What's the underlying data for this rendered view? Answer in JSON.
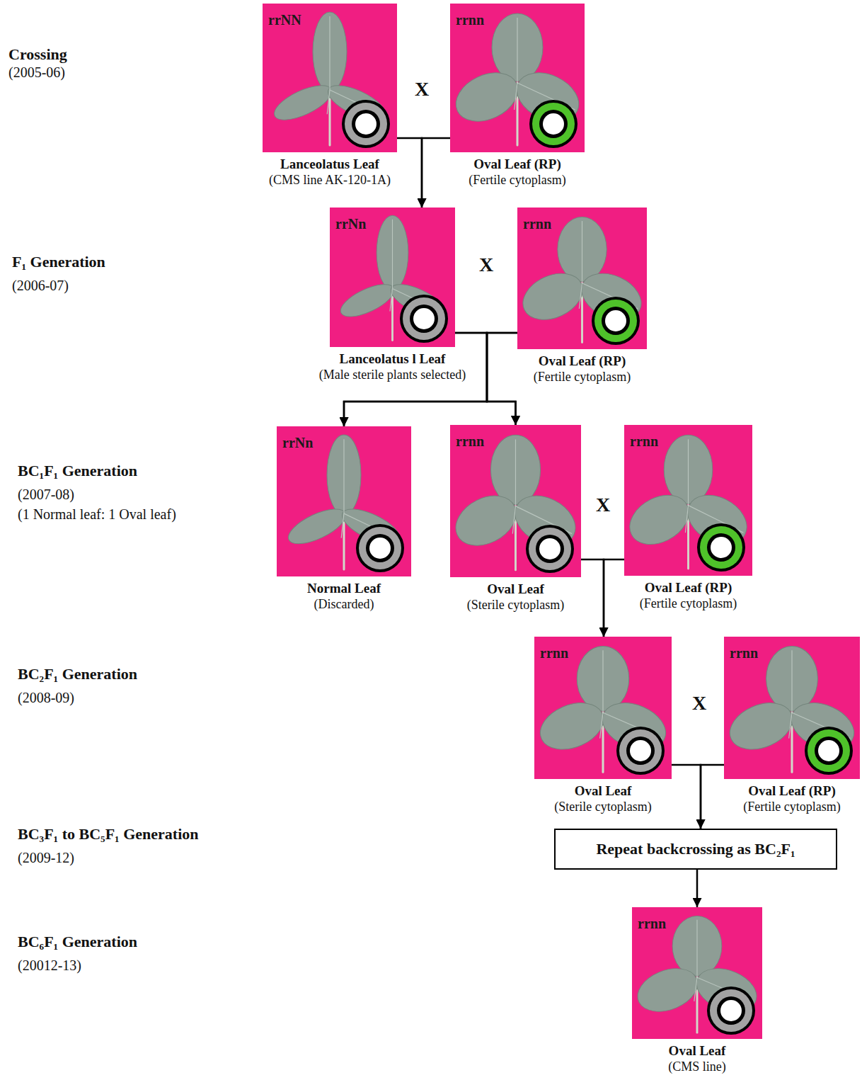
{
  "diagram": {
    "nodes": [
      {
        "text": [
          "rrNN",
          "Lanceolatus Leaf",
          "(CMS line AK-120-1A)"
        ]
      },
      {
        "text": [
          "rrnn",
          "Oval Leaf (RP)",
          "(Fertile cytoplasm)"
        ]
      },
      {
        "text": [
          "rrNn",
          "Lanceolatus l Leaf",
          "(Male sterile plants selected)"
        ]
      },
      {
        "text": [
          "rrnn",
          "Oval Leaf (RP)",
          "(Fertile cytoplasm)"
        ]
      },
      {
        "text": [
          "rrNn",
          "Normal Leaf",
          "(Discarded)"
        ]
      },
      {
        "text": [
          "rrnn",
          "Oval Leaf",
          "(Sterile cytoplasm)"
        ]
      },
      {
        "text": [
          "rrnn",
          "Oval Leaf (RP)",
          "(Fertile cytoplasm)"
        ]
      },
      {
        "text": [
          "rrnn",
          "Oval Leaf",
          "(Sterile cytoplasm)"
        ]
      },
      {
        "text": [
          "rrnn",
          "Oval Leaf (RP)",
          "(Fertile cytoplasm)"
        ]
      },
      {
        "text": [
          "Repeat backcrossing as BC₂F₁"
        ]
      },
      {
        "text": [
          "rrnn",
          "Oval Leaf",
          "(CMS line)"
        ]
      }
    ],
    "edges": [
      {
        "from": 0,
        "to": 2,
        "arrow": "to"
      },
      {
        "from": 1,
        "to": 2,
        "arrow": "to"
      },
      {
        "from": 2,
        "to": 4,
        "arrow": "to"
      },
      {
        "from": 2,
        "to": 5,
        "arrow": "to"
      },
      {
        "from": 3,
        "to": 4,
        "arrow": "to"
      },
      {
        "from": 3,
        "to": 5,
        "arrow": "to"
      },
      {
        "from": 5,
        "to": 7,
        "arrow": "to"
      },
      {
        "from": 6,
        "to": 7,
        "arrow": "to"
      },
      {
        "from": 7,
        "to": 9,
        "arrow": "to"
      },
      {
        "from": 8,
        "to": 9,
        "arrow": "to"
      },
      {
        "from": 9,
        "to": 10,
        "arrow": "to"
      }
    ],
    "labels": [
      "Crossing",
      "(2005-06)",
      "X",
      "F₁ Generation",
      "(2006-07)",
      "X",
      "BC₁F₁ Generation",
      "(2007-08)",
      "(1 Normal leaf: 1 Oval leaf)",
      "X",
      "BC₂F₁ Generation",
      "(2008-09)",
      "X",
      "BC₃F₁ to BC₅F₁ Generation",
      "(2009-12)",
      "BC₆F₁ Generation",
      "(20012-13)"
    ]
  }
}
